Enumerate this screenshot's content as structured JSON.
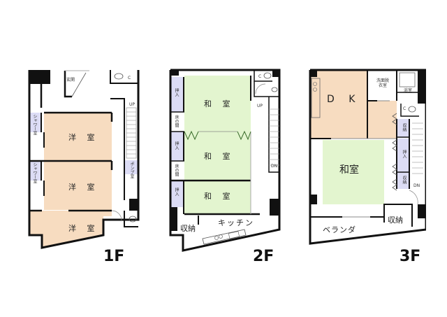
{
  "floors": [
    {
      "label": "1F",
      "rooms": [
        {
          "name": "洋 室",
          "type": "western-room",
          "color": "#f7dcc0"
        },
        {
          "name": "洋 室",
          "type": "western-room",
          "color": "#f7dcc0"
        },
        {
          "name": "洋 室",
          "type": "western-room",
          "color": "#f7dcc0"
        }
      ],
      "small_labels": {
        "entrance": "玄関",
        "shower1": "シャワー室",
        "shower2": "シャワー室",
        "pump": "ポンプ室",
        "up": "UP",
        "toilet": "C"
      }
    },
    {
      "label": "2F",
      "rooms": [
        {
          "name": "和 室",
          "type": "japanese-room",
          "color": "#e3f5cf"
        },
        {
          "name": "和 室",
          "type": "japanese-room",
          "color": "#e3f5cf"
        },
        {
          "name": "和 室",
          "type": "japanese-room",
          "color": "#e3f5cf"
        }
      ],
      "small_labels": {
        "closet1": "押入",
        "closet2": "押入",
        "closet3": "押入",
        "alcove1": "床の間",
        "alcove2": "床の間",
        "up": "UP",
        "dn": "DN",
        "toilet": "C"
      },
      "storage": "収納",
      "kitchen": "キッチン"
    },
    {
      "label": "3F",
      "rooms": [
        {
          "name": "D K",
          "type": "dining-kitchen",
          "color": "#f7dcc0"
        },
        {
          "name": "和室",
          "type": "japanese-room",
          "color": "#e3f5cf"
        }
      ],
      "small_labels": {
        "washroom": "洗面脱衣室",
        "bath": "浴室",
        "storage1": "収納",
        "closet": "押入",
        "storage2": "収納",
        "dn": "DN",
        "toilet": "C"
      },
      "storage": "収納",
      "balcony": "ベランダ"
    }
  ],
  "colors": {
    "western_room": "#f7dcc0",
    "japanese_room": "#e3f5cf",
    "closet": "#dcdcf5",
    "wall": "#111111",
    "pillar": "#111111"
  }
}
